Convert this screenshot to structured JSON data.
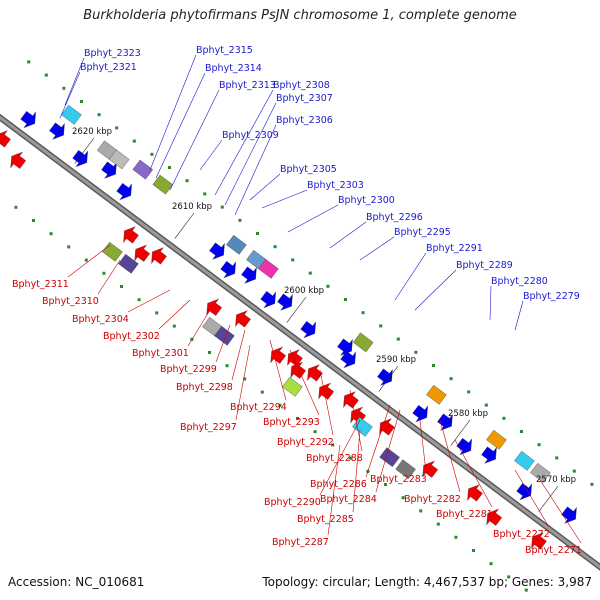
{
  "title": "Burkholderia phytofirmans PsJN chromosome 1, complete genome",
  "footer": {
    "accession": "Accession: NC_010681",
    "summary": "Topology: circular; Length: 4,467,537 bp; Genes: 3,987"
  },
  "colors": {
    "forward_label": "#1a1acc",
    "reverse_label": "#cc0000",
    "backbone": "#808080",
    "forward_arrow": "#0000ee",
    "reverse_arrow": "#ee0000"
  },
  "scale_marks": [
    "2620 kbp",
    "2610 kbp",
    "2600 kbp",
    "2590 kbp",
    "2580 kbp",
    "2570 kbp"
  ],
  "forward_labels": [
    "Bphyt_2323",
    "Bphyt_2321",
    "Bphyt_2315",
    "Bphyt_2314",
    "Bphyt_2313",
    "Bphyt_2308",
    "Bphyt_2307",
    "Bphyt_2306",
    "Bphyt_2309",
    "Bphyt_2305",
    "Bphyt_2303",
    "Bphyt_2300",
    "Bphyt_2296",
    "Bphyt_2295",
    "Bphyt_2291",
    "Bphyt_2289",
    "Bphyt_2280",
    "Bphyt_2279"
  ],
  "reverse_labels": [
    "Bphyt_2311",
    "Bphyt_2310",
    "Bphyt_2304",
    "Bphyt_2302",
    "Bphyt_2301",
    "Bphyt_2299",
    "Bphyt_2298",
    "Bphyt_2294",
    "Bphyt_2297",
    "Bphyt_2293",
    "Bphyt_2292",
    "Bphyt_2288",
    "Bphyt_2286",
    "Bphyt_2290",
    "Bphyt_2284",
    "Bphyt_2283",
    "Bphyt_2282",
    "Bphyt_2285",
    "Bphyt_2281",
    "Bphyt_2287",
    "Bphyt_2272",
    "Bphyt_2271"
  ]
}
